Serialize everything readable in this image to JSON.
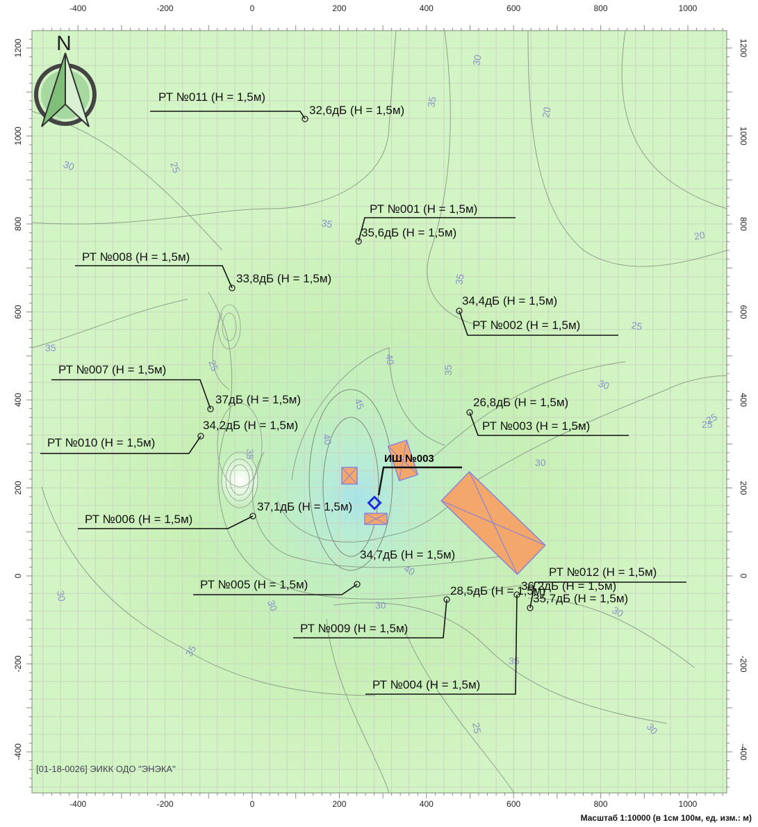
{
  "map": {
    "north_label": "N",
    "watermark": "[01-18-0026] ЭИКК ОДО \"ЭНЭКА\"",
    "scale_text": "Масштаб 1:10000 (в 1см 100м, ед. изм.: м)",
    "x_ticks": [
      "-400",
      "-200",
      "0",
      "200",
      "400",
      "600",
      "800",
      "1000"
    ],
    "y_ticks": [
      "1200",
      "1000",
      "800",
      "600",
      "400",
      "200",
      "0",
      "-200",
      "-400"
    ],
    "source": {
      "label": "ИШ №003",
      "x_m": 278,
      "y_m": 143
    },
    "points": [
      {
        "id": "rt011",
        "label": "РТ №011 (Н = 1,5м)",
        "value": "32,6дБ (Н = 1,5м)",
        "x_m": 120,
        "y_m": 1020
      },
      {
        "id": "rt001",
        "label": "РТ №001 (Н = 1,5м)",
        "value": "35,6дБ (Н = 1,5м)",
        "x_m": 240,
        "y_m": 745
      },
      {
        "id": "rt008",
        "label": "РТ №008 (Н = 1,5м)",
        "value": "33,8дБ (Н = 1,5м)",
        "x_m": -45,
        "y_m": 630
      },
      {
        "id": "rt002",
        "label": "РТ №002 (Н = 1,5м)",
        "value": "34,4дБ (Н = 1,5м)",
        "x_m": 470,
        "y_m": 580
      },
      {
        "id": "rt007",
        "label": "РТ №007 (Н = 1,5м)",
        "value": "37дБ (Н = 1,5м)",
        "x_m": -95,
        "y_m": 355
      },
      {
        "id": "rt003",
        "label": "РТ №003 (Н = 1,5м)",
        "value": "26,8дБ (Н = 1,5м)",
        "x_m": 495,
        "y_m": 345
      },
      {
        "id": "rt010",
        "label": "РТ №010 (Н = 1,5м)",
        "value": "34,2дБ (Н = 1,5м)",
        "x_m": -120,
        "y_m": 293
      },
      {
        "id": "rt006",
        "label": "РТ №006 (Н = 1,5м)",
        "value": "37,1дБ (Н = 1,5м)",
        "x_m": 0,
        "y_m": 115
      },
      {
        "id": "rt005",
        "label": "РТ №005 (Н = 1,5м)",
        "value": "34,7дБ (Н = 1,5м)",
        "x_m": 240,
        "y_m": 5
      },
      {
        "id": "rt009",
        "label": "РТ №009 (Н = 1,5м)",
        "value": "28,5дБ (Н = 1,5м)",
        "x_m": 445,
        "y_m": -75
      },
      {
        "id": "rt004",
        "label": "РТ №004 (Н = 1,5м)",
        "value": "36,2дБ (Н = 1,5м)",
        "x_m": 600,
        "y_m": -65
      },
      {
        "id": "rt012",
        "label": "РТ №012 (Н = 1,5м)",
        "value": "35,7дБ (Н = 1,5м)",
        "x_m": 630,
        "y_m": -95
      }
    ],
    "contour_labels": [
      "30",
      "35",
      "25",
      "20",
      "20",
      "35",
      "30",
      "25",
      "35",
      "40",
      "30",
      "35",
      "45",
      "40",
      "25",
      "30",
      "35",
      "40",
      "30",
      "30",
      "35",
      "30",
      "25",
      "35",
      "30",
      "25",
      "35",
      "30",
      "25"
    ],
    "colors": {
      "background": "#c7f0b4",
      "grid": "#c9d6c0",
      "building": "#f4a76a",
      "building_outline": "#8a82d9",
      "source": "#1b2ee0"
    }
  }
}
